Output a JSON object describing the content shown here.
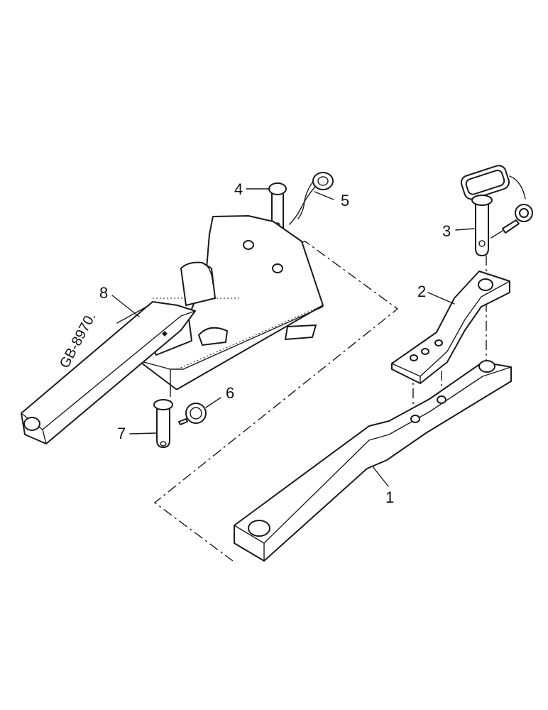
{
  "labels": {
    "part_1": "1",
    "part_2": "2",
    "part_3": "3",
    "part_4": "4",
    "part_5": "5",
    "part_6": "6",
    "part_7": "7",
    "part_8": "8"
  },
  "drawing_code": "GB-8970."
}
